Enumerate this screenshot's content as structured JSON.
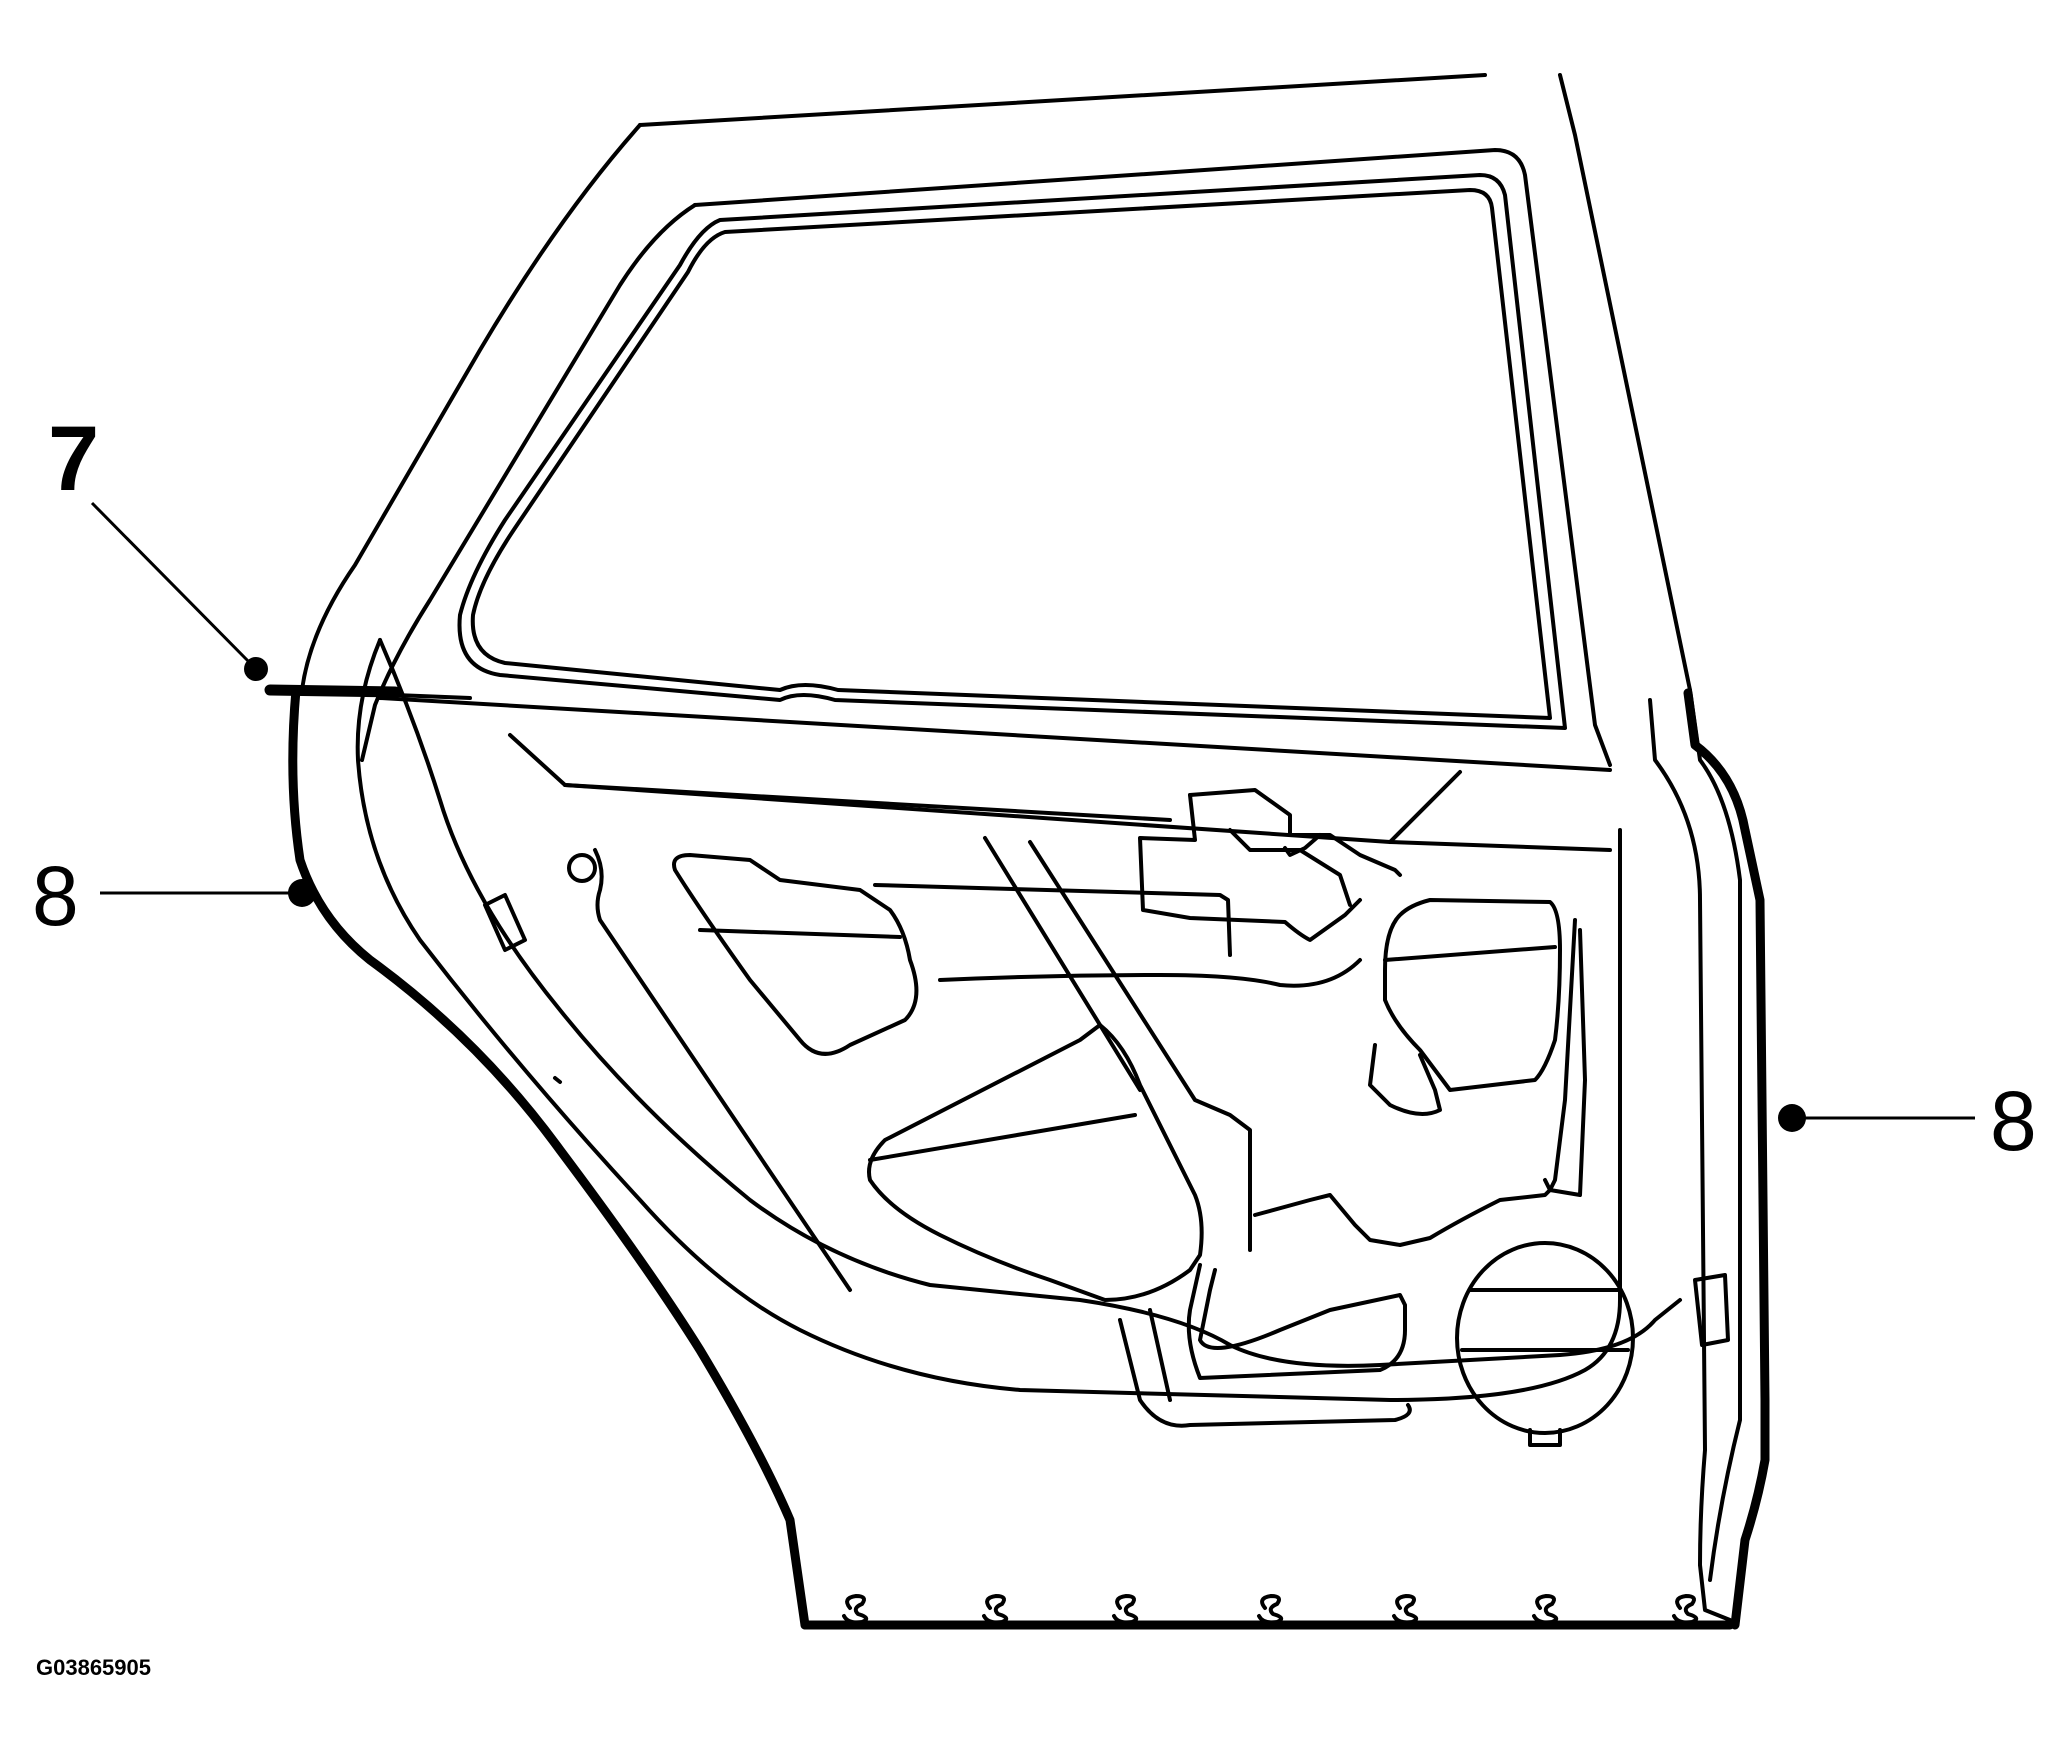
{
  "callouts": {
    "item_7": "7",
    "item_8_left": "8",
    "item_8_right": "8"
  },
  "figure_id": "G03865905"
}
